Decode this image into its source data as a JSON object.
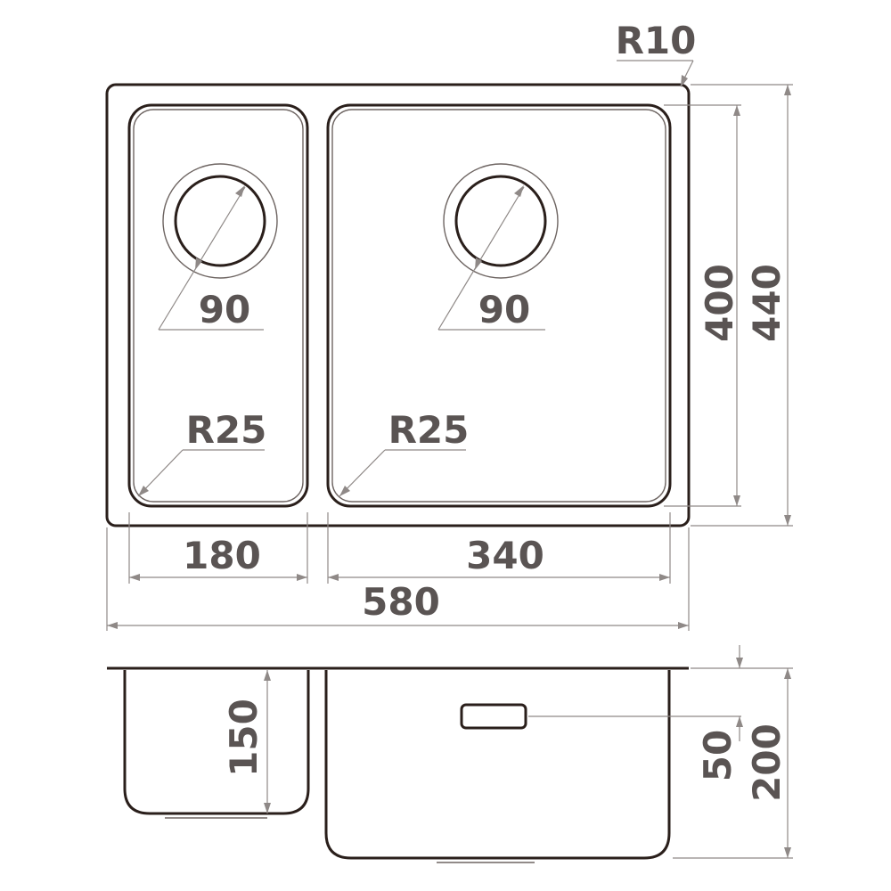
{
  "top_view": {
    "corner_radius": "R10",
    "left_drain_diameter": "90",
    "right_drain_diameter": "90",
    "left_bowl_radius": "R25",
    "right_bowl_radius": "R25",
    "left_bowl_width": "180",
    "right_bowl_width": "340",
    "overall_width": "580",
    "bowl_depth_dim": "400",
    "overall_depth_dim": "440"
  },
  "side_view": {
    "left_bowl_height": "150",
    "overflow_offset": "50",
    "right_bowl_height": "200"
  },
  "colors": {
    "outline": "#2a1f1b",
    "dimension_line": "#8f8987",
    "label": "#5a5453"
  }
}
